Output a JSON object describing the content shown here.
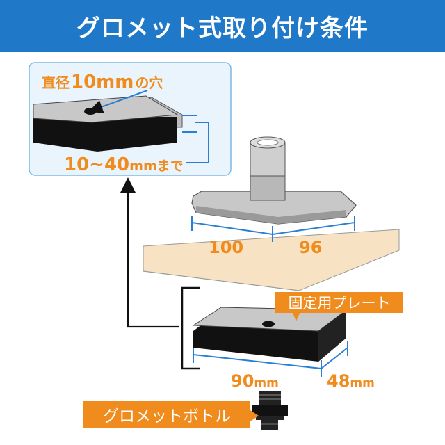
{
  "header": {
    "title": "グロメット式取り付け条件"
  },
  "callout": {
    "hole_prefix": "直径",
    "hole_size": "10mm",
    "hole_suffix": "の穴",
    "thickness_range": "10~40",
    "thickness_unit": "mm",
    "thickness_suffix": "まで"
  },
  "dimensions": {
    "base_width": "100",
    "base_depth": "96",
    "plate_width": "90",
    "plate_width_unit": "mm",
    "plate_depth": "48",
    "plate_depth_unit": "mm"
  },
  "tags": {
    "fixing_plate": "固定用プレート",
    "grommet_bolt": "グロメットボトル"
  },
  "colors": {
    "header_bg": "#1f78c8",
    "dimension_blue": "#2a7fd4",
    "orange": "#f08c1e",
    "callout_bg": "#e9f4fc",
    "desk_fill": "#f7e3c3"
  }
}
